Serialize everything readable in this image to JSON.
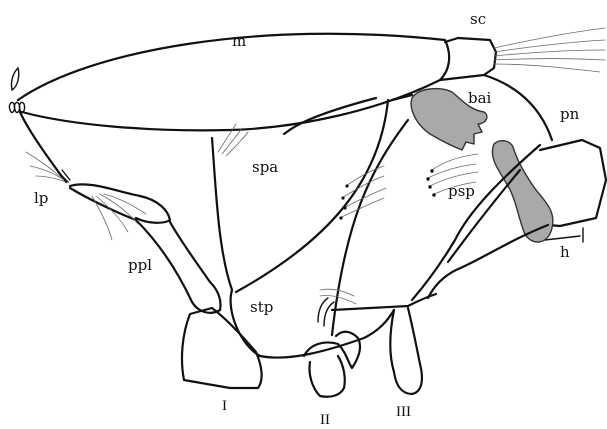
{
  "figure": {
    "labels": {
      "m": "m",
      "sc": "sc",
      "bai": "bai",
      "pn": "pn",
      "lp": "lp",
      "spa": "spa",
      "psp": "psp",
      "ppl": "ppl",
      "h": "h",
      "stp": "stp",
      "coxa_1": "I",
      "coxa_2": "II",
      "coxa_3": "III"
    },
    "colors": {
      "line": "#111111",
      "sclerite_fill": "#a9a9a9",
      "background": "#ffffff"
    }
  }
}
